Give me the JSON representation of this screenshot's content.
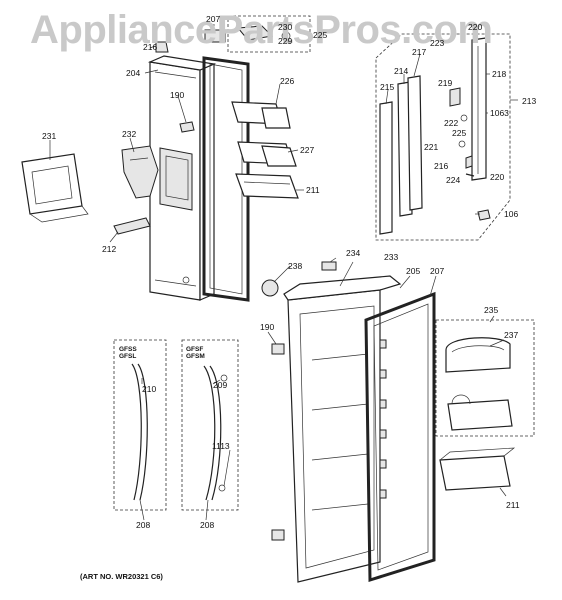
{
  "watermark": "AppliancePartsPros.com",
  "art_number": "(ART NO. WR20321 C6)",
  "model_tags": {
    "left_handle": [
      "GFSS",
      "GFSL"
    ],
    "right_handle": [
      "GFSF",
      "GFSM"
    ]
  },
  "callouts": {
    "c207a": "207",
    "c216": "216",
    "c230": "230",
    "c229": "229",
    "c225": "225",
    "c204": "204",
    "c226": "226",
    "c190a": "190",
    "c231": "231",
    "c232": "232",
    "c227": "227",
    "c211a": "211",
    "c212": "212",
    "c217": "217",
    "c214": "214",
    "c215": "215",
    "c220a": "220",
    "c223": "223",
    "c218": "218",
    "c213": "213",
    "c219": "219",
    "c222": "222",
    "c1063": "1063",
    "c221": "221",
    "c225b": "225",
    "c216b": "216",
    "c224": "224",
    "c220b": "220",
    "c106": "106",
    "c234": "234",
    "c238": "238",
    "c233": "233",
    "c205": "205",
    "c207b": "207",
    "c190b": "190",
    "c235": "235",
    "c237": "237",
    "c210": "210",
    "c209": "209",
    "c1113": "1113",
    "c208a": "208",
    "c208b": "208",
    "c211b": "211"
  }
}
